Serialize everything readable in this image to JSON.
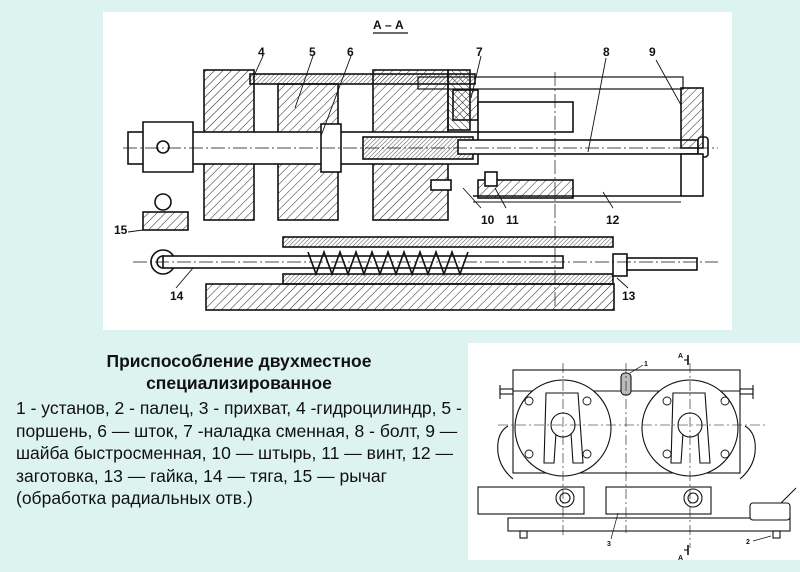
{
  "section_drawing": {
    "section_label": "А – А",
    "callouts": [
      "4",
      "5",
      "6",
      "7",
      "8",
      "9",
      "10",
      "11",
      "12",
      "13",
      "14",
      "15"
    ]
  },
  "front_drawing": {
    "section_marks": [
      "А",
      "А"
    ],
    "callouts": [
      "1",
      "2",
      "3"
    ]
  },
  "caption": {
    "title_line1": "Приспособление двухместное",
    "title_line2": "специализированное",
    "legend_text": "1 - установ, 2 - палец, 3 - прихват, 4 -гидроцилиндр, 5 - поршень, 6 — шток, 7 -наладка сменная, 8 - болт, 9 — шайба быстросменная, 10 — штырь, 11 — винт, 12 — заготовка, 13 — гайка, 14 — тяга, 15 — рычаг (обработка радиальных отв.)"
  },
  "colors": {
    "background": "#dcf3ef",
    "panel": "#ffffff",
    "ink": "#111111"
  }
}
